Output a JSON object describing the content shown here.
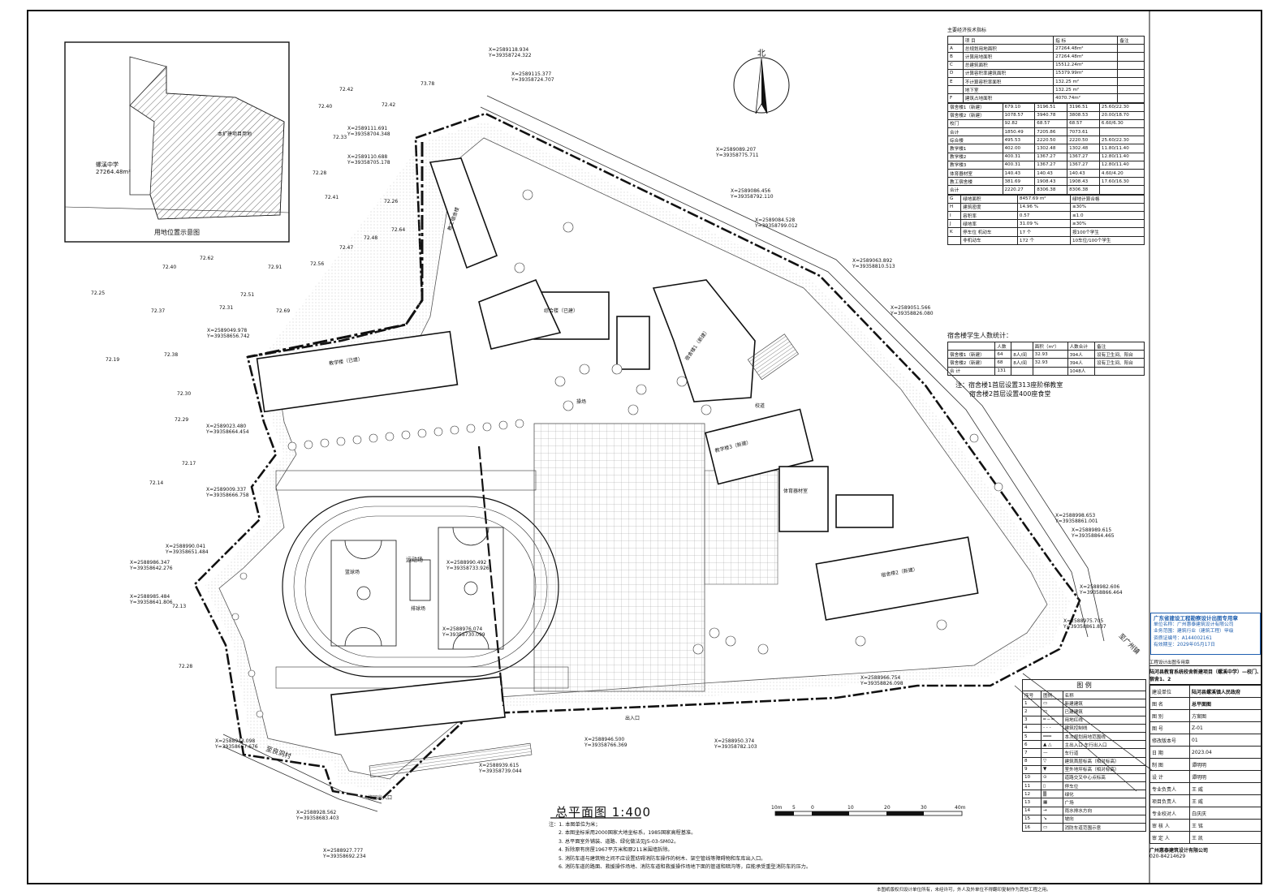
{
  "site_plan": {
    "north_label": "北",
    "site_labels": {
      "sports_field": "运动场",
      "road_left": "至良洞村",
      "road_right": "至广州镇",
      "school_gate": "校园出入口",
      "campus_road": "校道"
    },
    "elevations": [
      "72.42",
      "72.42",
      "72.40",
      "72.33",
      "72.41",
      "72.28",
      "72.26",
      "72.25",
      "72.40",
      "72.62",
      "72.56",
      "72.31",
      "72.51",
      "72.37",
      "72.19",
      "72.38",
      "72.30",
      "72.29",
      "72.17",
      "72.14",
      "72.13",
      "72.28",
      "72.47",
      "72.48",
      "72.64",
      "72.69",
      "72.91",
      "73.78"
    ],
    "coordinates": [
      {
        "x": "X=2589118.934",
        "y": "Y=39358724.322"
      },
      {
        "x": "X=2589115.377",
        "y": "Y=39358724.707"
      },
      {
        "x": "X=2589111.691",
        "y": "Y=39358704.348"
      },
      {
        "x": "X=2589110.688",
        "y": "Y=39358705.178"
      },
      {
        "x": "X=2589089.207",
        "y": "Y=39358775.711"
      },
      {
        "x": "X=2589086.456",
        "y": "Y=39358792.110"
      },
      {
        "x": "X=2589084.528",
        "y": "Y=39358799.012"
      },
      {
        "x": "X=2589063.892",
        "y": "Y=39358810.513"
      },
      {
        "x": "X=2589051.566",
        "y": "Y=39358826.080"
      },
      {
        "x": "X=2589049.978",
        "y": "Y=39358656.742"
      },
      {
        "x": "X=2589023.480",
        "y": "Y=39358664.454"
      },
      {
        "x": "X=2589009.337",
        "y": "Y=39358666.758"
      },
      {
        "x": "X=2588990.041",
        "y": "Y=39358651.484"
      },
      {
        "x": "X=2588986.347",
        "y": "Y=39358642.276"
      },
      {
        "x": "X=2588985.484",
        "y": "Y=39358641.806"
      },
      {
        "x": "X=2588990.492",
        "y": "Y=39358733.926"
      },
      {
        "x": "X=2588976.074",
        "y": "Y=39358730.099"
      },
      {
        "x": "X=2588943.098",
        "y": "Y=39358667.676"
      },
      {
        "x": "X=2588928.562",
        "y": "Y=39358683.403"
      },
      {
        "x": "X=2588927.777",
        "y": "Y=39358692.234"
      },
      {
        "x": "X=2588939.615",
        "y": "Y=39358739.044"
      },
      {
        "x": "X=2588946.500",
        "y": "Y=39358766.369"
      },
      {
        "x": "X=2588950.374",
        "y": "Y=39358782.103"
      },
      {
        "x": "X=2588966.754",
        "y": "Y=39358826.098"
      },
      {
        "x": "X=2588975.705",
        "y": "Y=39358861.837"
      },
      {
        "x": "X=2588982.606",
        "y": "Y=39358866.464"
      },
      {
        "x": "X=2588989.615",
        "y": "Y=39358864.465"
      },
      {
        "x": "X=2588998.653",
        "y": "Y=39358861.001"
      }
    ],
    "building_labels": [
      "教工宿舍楼",
      "宿舍楼1（新建）",
      "宿舍楼2（新建）",
      "综合楼（已建）",
      "教学楼（已建）",
      "教学楼3（新建）",
      "体育器材室",
      "篮球场",
      "排球场",
      "操场",
      "出入口"
    ],
    "main_title": "总平面图 1:400",
    "scale_bar_labels": [
      "10m",
      "5",
      "0",
      "10",
      "20",
      "30",
      "40m"
    ],
    "location_map": {
      "title": "用地位置示意图",
      "school_label": "螺溪中学",
      "school_area": "27264.48m²",
      "expansion_label": "本扩建项目用地"
    }
  },
  "notes": {
    "heading": "注：",
    "items": [
      "1. 本图单位为米；",
      "2. 本图坐标采用2000国家大地坐标系，1985国家高程基准。",
      "3. 总平面室外铺装、道路、绿化做法见J5-03-SM02。",
      "4. 拆除原有房屋1967平方米和原211米围墙拆除。",
      "5. 消防车道与建筑物之间不应设置妨碍消防车操作的树木、架空管线等障碍物和车库出入口。",
      "6. 消防车道的路面、救援操作场地、消防车道和救援操作场地下面的管道和暗沟等，应能承受重型消防车的压力。"
    ]
  },
  "econ_table": {
    "title": "主要经济技术指标",
    "header": [
      "项 目",
      "指 标",
      "备注"
    ],
    "rows": [
      [
        "A",
        "总规划用地面积",
        "27264.48m²",
        ""
      ],
      [
        "B",
        "计算用地面积",
        "27264.48m²",
        ""
      ],
      [
        "C",
        "总建筑面积",
        "15512.24m²",
        ""
      ],
      [
        "D",
        "计算容积率建筑面积",
        "15379.99m²",
        ""
      ],
      [
        "E",
        "不计算容积率面积",
        "132.25 m²",
        ""
      ],
      [
        "",
        "地下室",
        "132.25 m²",
        ""
      ],
      [
        "F",
        "建筑占地面积",
        "4070.74m²",
        ""
      ],
      [
        "G",
        "绿地面积",
        "8457.69 m²",
        "绿地计算合格"
      ],
      [
        "H",
        "建筑密度",
        "14.96 %",
        "≤30%"
      ],
      [
        "I",
        "容积率",
        "0.57",
        "≤1.0"
      ],
      [
        "J",
        "绿地率",
        "31.09 %",
        "≥30%"
      ],
      [
        "K",
        "停车位 机动车",
        "17 个",
        "按100个学生"
      ],
      [
        "",
        "非机动车",
        "172 个",
        "10车位/100个学生"
      ]
    ],
    "building_rows": [
      [
        "宿舍楼1（新建）",
        "679.10",
        "3196.51",
        "3196.51",
        "25.60/22.30"
      ],
      [
        "宿舍楼2（新建）",
        "1078.57",
        "3940.78",
        "3808.53",
        "20.00/18.70"
      ],
      [
        "校门",
        "92.82",
        "68.57",
        "68.57",
        "6.60/6.30"
      ],
      [
        "合计",
        "1850.49",
        "7205.86",
        "7073.61",
        ""
      ],
      [
        "综合楼",
        "495.53",
        "2220.50",
        "2220.50",
        "25.60/22.30"
      ],
      [
        "教学楼1",
        "402.00",
        "1302.48",
        "1302.48",
        "11.80/11.40"
      ],
      [
        "教学楼2",
        "400.31",
        "1367.27",
        "1367.27",
        "12.80/11.40"
      ],
      [
        "教学楼3",
        "400.31",
        "1367.27",
        "1367.27",
        "12.80/11.40"
      ],
      [
        "体育器材室",
        "140.43",
        "140.43",
        "140.43",
        "4.60/4.20"
      ],
      [
        "教工宿舍楼",
        "381.69",
        "1908.43",
        "1908.43",
        "17.60/16.30"
      ],
      [
        "合计",
        "2220.27",
        "8306.38",
        "8306.38",
        ""
      ]
    ]
  },
  "dorm_table": {
    "title": "宿舍楼学生人数统计：",
    "header": [
      "",
      "人数",
      "面积（m²）",
      "人数合计",
      "备注"
    ],
    "rows": [
      [
        "宿舍楼1（新建）",
        "64",
        "8人/间",
        "32.93",
        "394人",
        "设有卫生间、阳台"
      ],
      [
        "宿舍楼2（新建）",
        "68",
        "8人/间",
        "32.93",
        "394人",
        "设有卫生间、阳台"
      ],
      [
        "合 计",
        "131",
        "",
        "",
        "1048人",
        ""
      ]
    ],
    "note1": "注：宿舍楼1首层设置313座阶梯教室",
    "note2": "宿舍楼2首层设置400座食堂"
  },
  "legend": {
    "title": "图 例",
    "header": [
      "序号",
      "图例",
      "名称"
    ],
    "items": [
      "新建建筑",
      "已建建筑",
      "用地红线",
      "建筑控制线",
      "本次规划用地范围线",
      "主出入口 车行出入口",
      "车行道",
      "建筑首层标高（相对标高）",
      "室外地坪标高（相对标高）",
      "道路交叉中心点标高",
      "停车位",
      "绿化",
      "广场",
      "雨水排水方向",
      "坡向",
      "消防车道范围示意"
    ]
  },
  "title_block": {
    "stamp_title": "广东省建设工程勘察设计出图专用章",
    "stamp_lines": [
      "单位名称：广州惠泰建筑设计有限公司",
      "业务范围：建筑行业（建筑工程）甲级",
      "资质证编号：A144002161",
      "有效期至：2029年05月17日"
    ],
    "label_project": "工程设计出图专用章",
    "project": "陆河县教育系统校舍新建项目（螺溪中学）—校门、宿舍1、2",
    "rows": [
      [
        "建设单位",
        "陆河县螺溪镇人民政府"
      ],
      [
        "图 名",
        "总平面图"
      ],
      [
        "图 别",
        "方案图"
      ],
      [
        "图 号",
        "Z-01"
      ],
      [
        "修改版本号",
        "01"
      ],
      [
        "日 期",
        "2023.04"
      ],
      [
        "制 图",
        "谭明明"
      ],
      [
        "设 计",
        "谭明明"
      ],
      [
        "专业负责人",
        "王 威"
      ],
      [
        "项目负责人",
        "王 威"
      ],
      [
        "专业校对人",
        "白庆庆"
      ],
      [
        "审 核 人",
        "王 铭"
      ],
      [
        "审 定 人",
        "王 凯"
      ]
    ],
    "company": "广州惠泰建筑设计有限公司",
    "phone": "020-84214629",
    "footer": "本图纸版权归设计单位所有，未经许可，外人及外单位不得翻印复制作为其他工程之用。"
  }
}
